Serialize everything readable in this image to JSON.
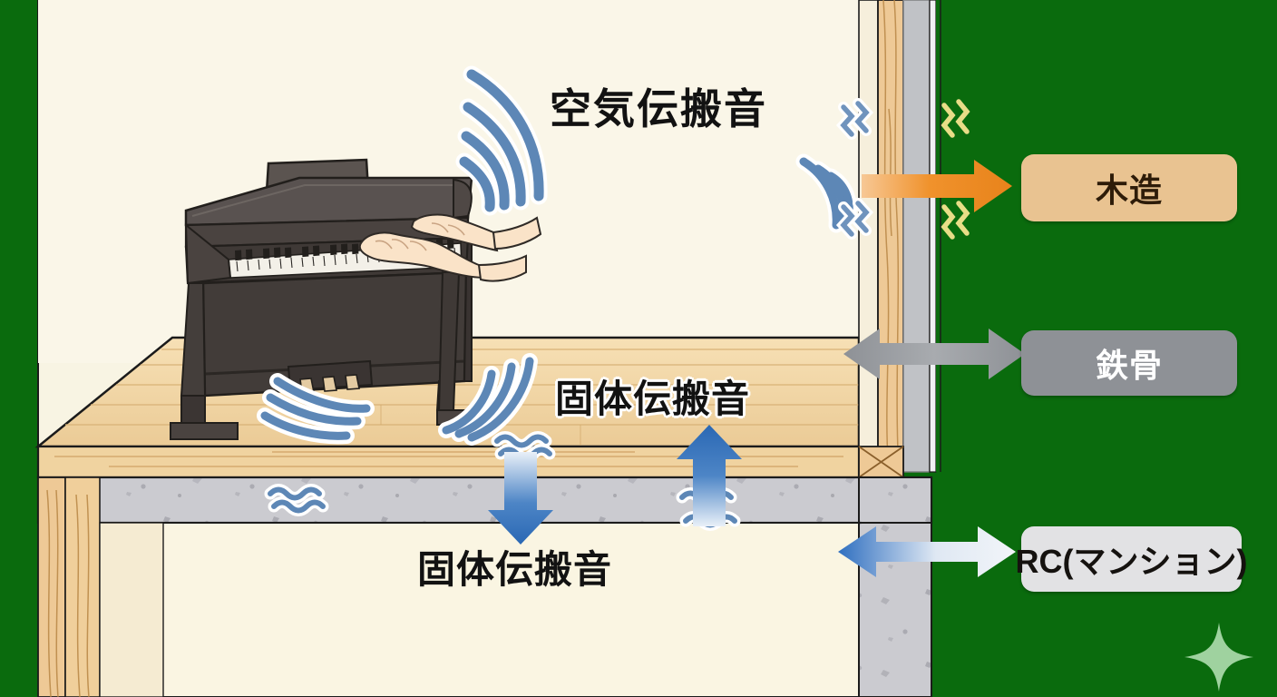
{
  "scene": {
    "title_air": "空気伝搬音",
    "title_solid_floor": "固体伝搬音",
    "title_solid_ceiling": "固体伝搬音"
  },
  "labels": [
    {
      "id": "wood",
      "text": "木造",
      "bg": "#e9c391",
      "fg": "#2e1c09",
      "arrow": "orange-single-right"
    },
    {
      "id": "steel",
      "text": "鉄骨",
      "bg": "#8e9196",
      "fg": "#ffffff",
      "arrow": "gray-double"
    },
    {
      "id": "rc",
      "text": "RC(マンション)",
      "bg": "#e2e2e4",
      "fg": "#15120f",
      "arrow": "blue-double"
    }
  ],
  "colors": {
    "exterior_green": "#0a6b0d",
    "wall_cream": "#f7f3e0",
    "floor_wood": "#f0d5a6",
    "concrete_gray": "#c9c9cd",
    "wave_blue": "#5d87b6",
    "arrow_orange": "#f0922c",
    "arrow_gray": "#8e9196",
    "arrow_blue": "#3a76c0",
    "piano_body": "#4d4743",
    "sparkle": "#9fd29f"
  },
  "objects": {
    "piano": "upright-digital-piano",
    "hands": "player-hands",
    "sparkle": "four-point-sparkle"
  }
}
